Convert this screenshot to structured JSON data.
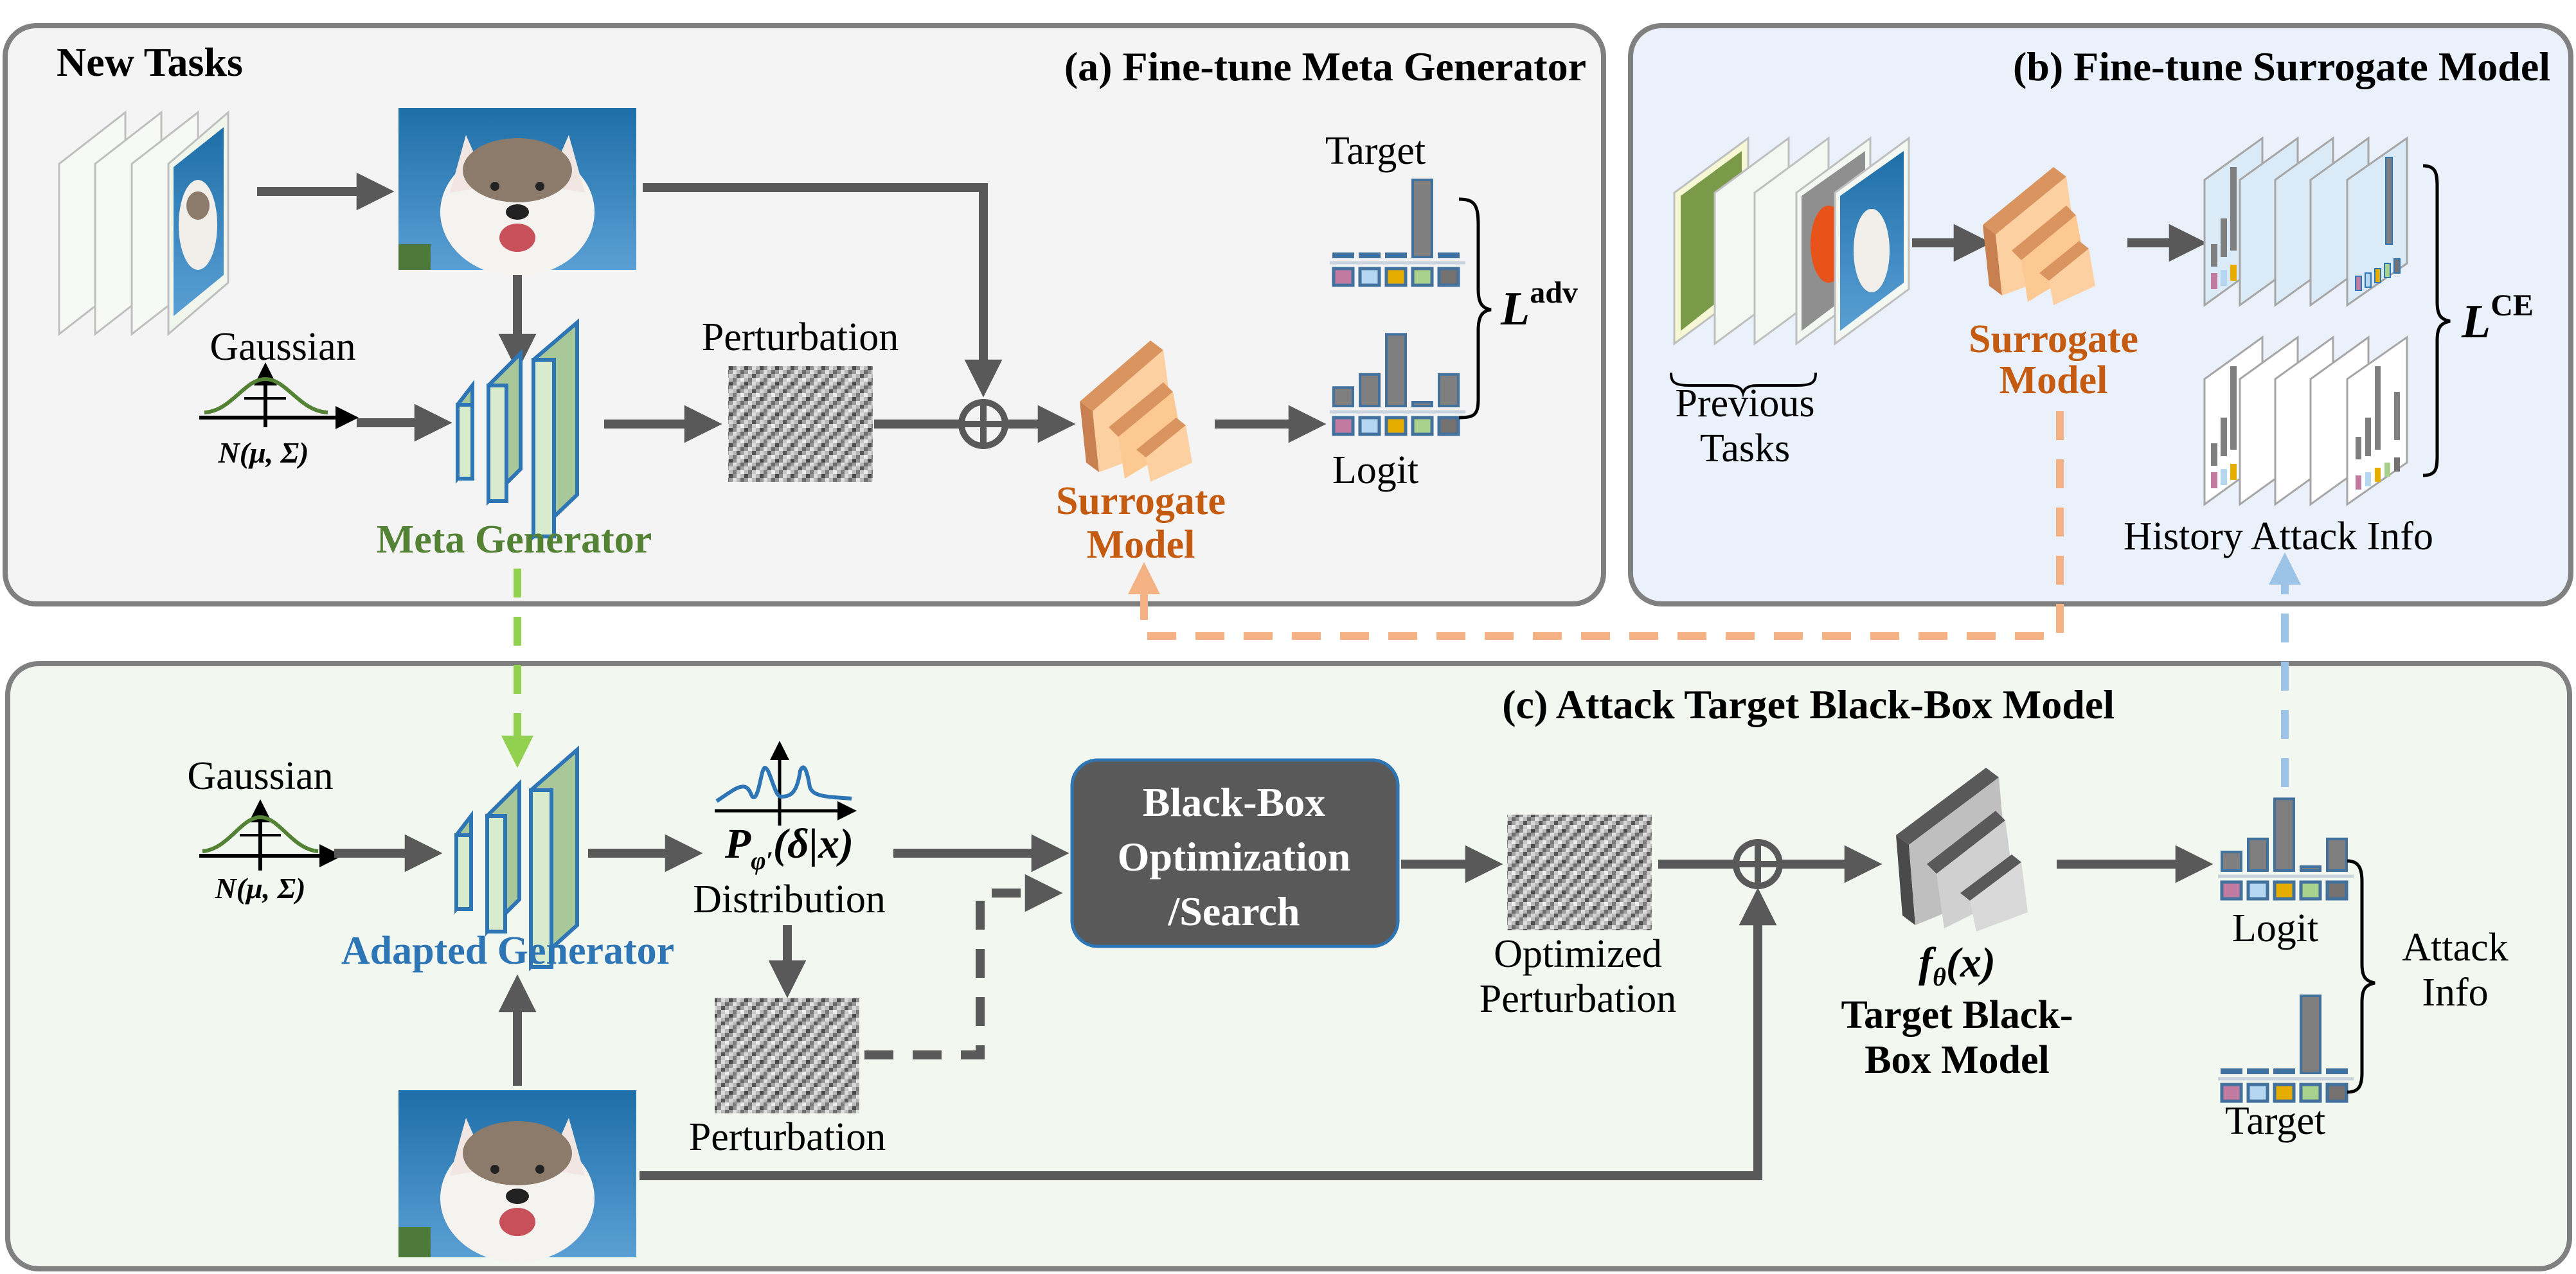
{
  "colors": {
    "panel_a_bg": "#f4f4f4",
    "panel_b_bg": "#eaf1fa",
    "panel_c_bg": "#f2f7f0",
    "panel_border": "#808080",
    "arrow": "#595959",
    "meta_generator": "#548235",
    "adapted_generator": "#2e75b6",
    "surrogate": "#c55a11",
    "surrogate_link": "#f4b183",
    "meta_link": "#92d050",
    "history_link": "#9dc3e6",
    "blackbox_box": "#595959",
    "class_colors": [
      "#c27ba0",
      "#b4d6f0",
      "#e6ac00",
      "#a9d18e",
      "#767171"
    ]
  },
  "panel_a": {
    "title": "(a) Fine-tune Meta Generator",
    "new_tasks": "New Tasks",
    "gaussian": "Gaussian",
    "normal_dist": "N(μ, Σ)",
    "generator": "Meta Generator",
    "perturbation": "Perturbation",
    "surrogate_line1": "Surrogate",
    "surrogate_line2": "Model",
    "target": "Target",
    "logit": "Logit",
    "loss_base": "L",
    "loss_sup": "adv",
    "target_bars": [
      0,
      0,
      0,
      1.0,
      0
    ],
    "logit_bars": [
      0.24,
      0.41,
      0.93,
      0.05,
      0.41
    ]
  },
  "panel_b": {
    "title": "(b) Fine-tune Surrogate Model",
    "previous_line1": "Previous",
    "previous_line2": "Tasks",
    "surrogate_line1": "Surrogate",
    "surrogate_line2": "Model",
    "history": "History Attack Info",
    "loss_base": "L",
    "loss_sup": "CE"
  },
  "panel_c": {
    "title": "(c) Attack Target Black-Box Model",
    "gaussian": "Gaussian",
    "normal_dist": "N(μ, Σ)",
    "generator": "Adapted Generator",
    "dist_formula_P": "P",
    "dist_formula_sub": "φ′",
    "dist_formula_rest": "(δ|x)",
    "distribution": "Distribution",
    "perturbation": "Perturbation",
    "optimizer_line1": "Black-Box",
    "optimizer_line2": "Optimization",
    "optimizer_line3": "/Search",
    "optimized_line1": "Optimized",
    "optimized_line2": "Perturbation",
    "model_formula_f": "f",
    "model_formula_sub": "θ",
    "model_formula_rest": "(x)",
    "model_line1": "Target Black-",
    "model_line2": "Box Model",
    "logit": "Logit",
    "target": "Target",
    "attack_line1": "Attack",
    "attack_line2": "Info",
    "logit_bars": [
      0.24,
      0.41,
      0.93,
      0.05,
      0.41
    ],
    "target_bars": [
      0,
      0,
      0,
      1.0,
      0
    ]
  }
}
